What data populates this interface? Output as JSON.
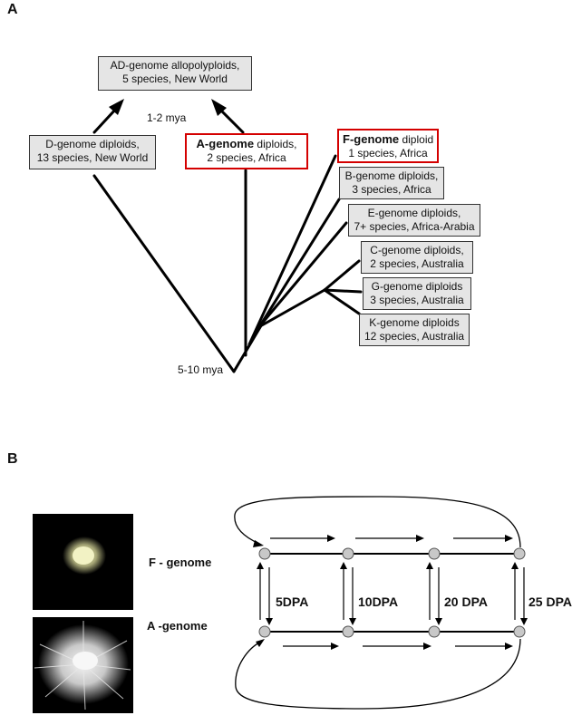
{
  "panelA": {
    "label": "A",
    "boxes": {
      "ad": {
        "line1": "AD-genome allopolyploids,",
        "line2": "5 species, New World"
      },
      "d": {
        "line1": "D-genome diploids,",
        "line2": "13 species, New World"
      },
      "a": {
        "bold": "A-genome",
        "rest": " diploids,",
        "line2": "2 species, Africa"
      },
      "f": {
        "bold": "F-genome",
        "rest": " diploid",
        "line2": "1 species, Africa"
      },
      "b": {
        "line1": "B-genome diploids,",
        "line2": "3 species, Africa"
      },
      "e": {
        "line1": "E-genome diploids,",
        "line2": "7+ species, Africa-Arabia"
      },
      "c": {
        "line1": "C-genome diploids,",
        "line2": "2 species, Australia"
      },
      "g": {
        "line1": "G-genome diploids",
        "line2": "3 species, Australia"
      },
      "k": {
        "line1": "K-genome diploids",
        "line2": "12 species, Australia"
      }
    },
    "age_recent": "1-2 mya",
    "age_root": "5-10 mya"
  },
  "panelB": {
    "label": "B",
    "rows": {
      "top": "F - genome",
      "bottom": "A -genome"
    },
    "timepoints": [
      "5DPA",
      "10DPA",
      "20 DPA",
      "25 DPA"
    ]
  },
  "colors": {
    "highlight": "#d40000",
    "box_fill": "#e5e5e5",
    "node": "#c8c8c8"
  }
}
